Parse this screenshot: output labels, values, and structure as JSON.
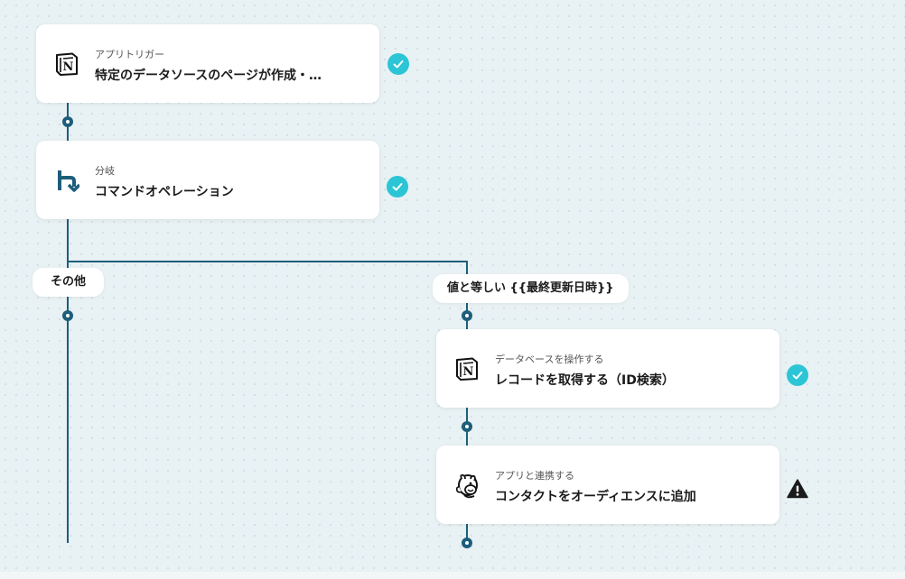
{
  "steps": {
    "trigger": {
      "sub": "アプリトリガー",
      "main": "特定のデータソースのページが作成・…",
      "icon": "notion-icon",
      "status": "check"
    },
    "branch": {
      "sub": "分岐",
      "main": "コマンドオペレーション",
      "icon": "branch-icon",
      "status": "check"
    },
    "db_op": {
      "sub": "データベースを操作する",
      "main": "レコードを取得する（ID検索）",
      "icon": "notion-icon",
      "status": "check"
    },
    "app_link": {
      "sub": "アプリと連携する",
      "main": "コンタクトをオーディエンスに追加",
      "icon": "mailchimp-icon",
      "status": "warning"
    }
  },
  "branches": {
    "other_label": "その他",
    "condition_label": "値と等しい {{最終更新日時}}"
  },
  "colors": {
    "line": "#1d5e7a",
    "check": "#2bc5d6",
    "warning": "#1a1a1a"
  }
}
